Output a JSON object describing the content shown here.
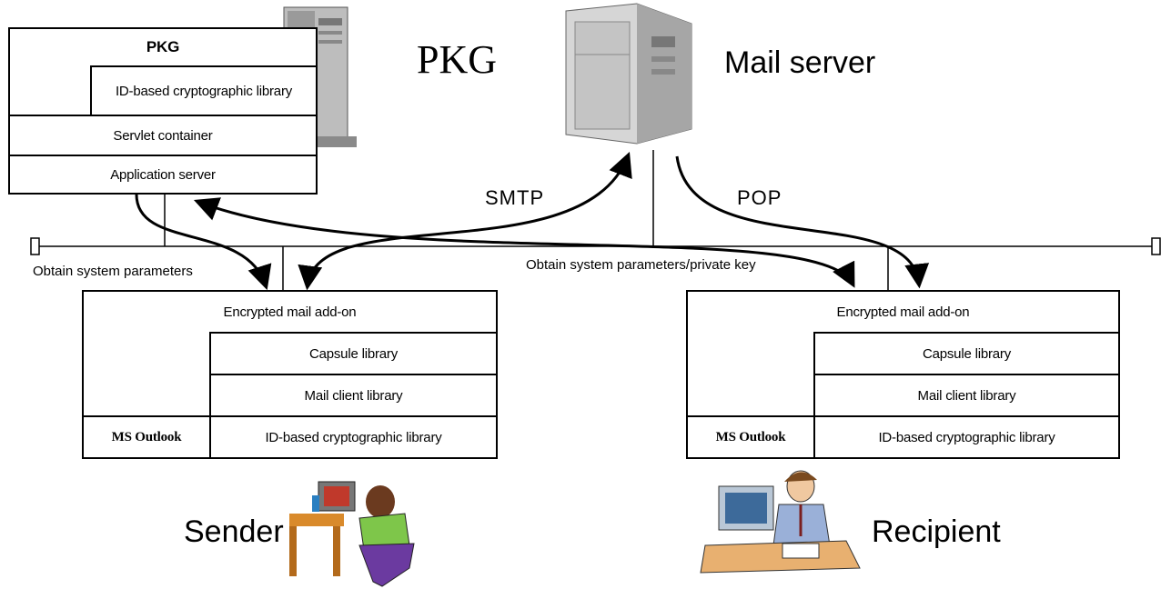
{
  "pkg_stack": {
    "title": "PKG",
    "id_lib": "ID-based cryptographic library",
    "servlet": "Servlet container",
    "app_server": "Application server"
  },
  "pkg_label": "PKG",
  "mail_server_label": "Mail server",
  "protocols": {
    "smtp": "SMTP",
    "pop": "POP"
  },
  "flows": {
    "left": "Obtain system parameters",
    "right": "Obtain system parameters/private key"
  },
  "sender_stack": {
    "addon": "Encrypted mail add-on",
    "capsule": "Capsule library",
    "mail_client": "Mail client library",
    "outlook": "MS Outlook",
    "id_lib": "ID-based cryptographic library"
  },
  "recipient_stack": {
    "addon": "Encrypted mail add-on",
    "capsule": "Capsule library",
    "mail_client": "Mail client library",
    "outlook": "MS Outlook",
    "id_lib": "ID-based cryptographic library"
  },
  "sender_label": "Sender",
  "recipient_label": "Recipient",
  "colors": {
    "line": "#000000",
    "server_body": "#cfcfcf",
    "server_dark": "#8a8a8a"
  }
}
